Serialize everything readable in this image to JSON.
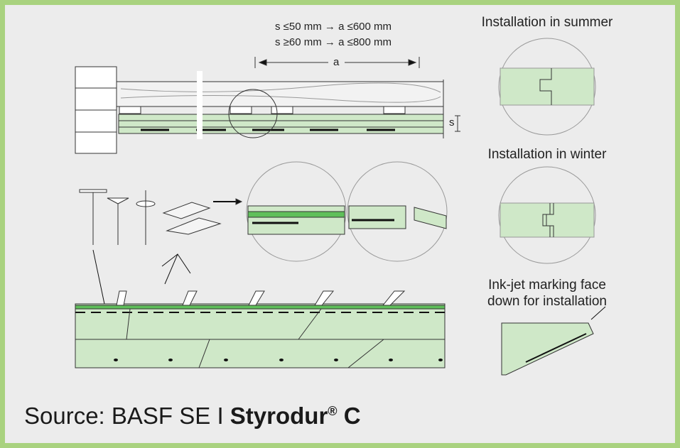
{
  "dimensions": {
    "rule_1": "s ≤50 mm → a ≤600 mm",
    "rule_2": "s ≥60 mm → a ≤800 mm",
    "spacing_label": "a",
    "thickness_label": "s"
  },
  "labels": {
    "summer": "Installation in summer",
    "winter": "Installation in winter",
    "inkjet_1": "Ink-jet marking face",
    "inkjet_2": "down for installation"
  },
  "source": {
    "prefix": "Source: BASF SE I ",
    "brand": "Styrodur",
    "reg": "®",
    "suffix": " C"
  },
  "colors": {
    "border": "#a9d27f",
    "background": "#ececec",
    "board": "#cfe8c8",
    "board_dark": "#5fbf5a"
  }
}
